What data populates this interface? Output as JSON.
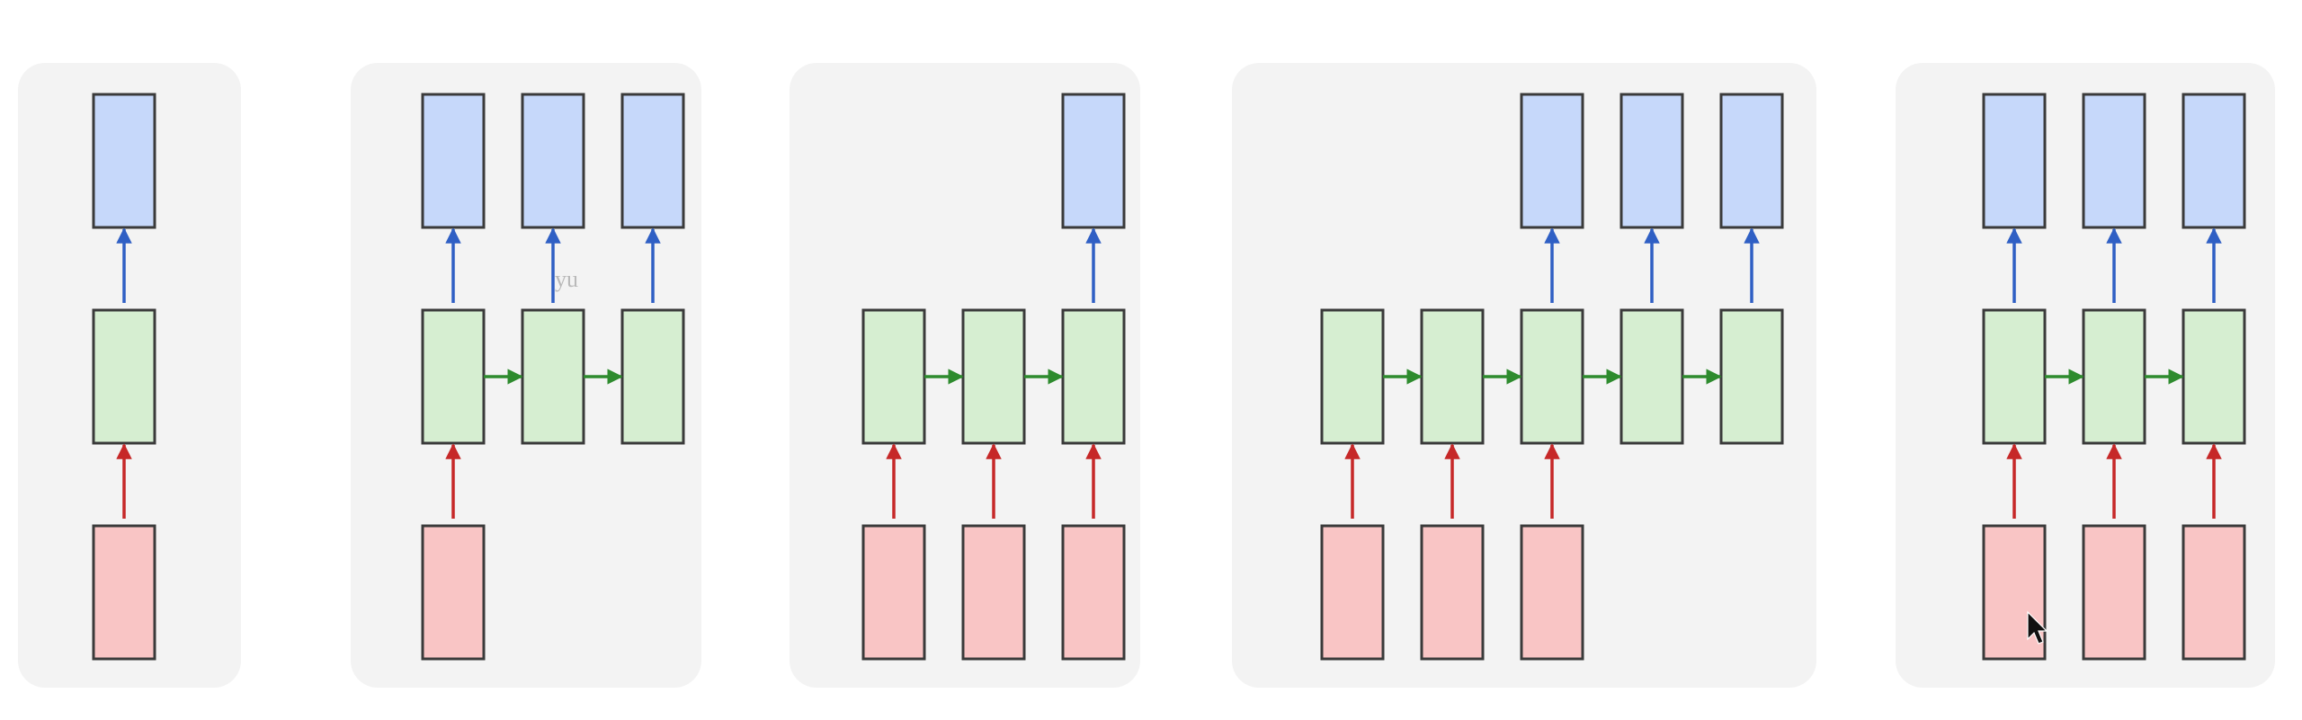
{
  "annotation_text": "yu",
  "colors": {
    "input": "#f9c5c5",
    "hidden": "#d6eed1",
    "output": "#c6d8fa",
    "input_arrow": "#c62828",
    "output_arrow": "#2f5fc4",
    "recurrent_arrow": "#2e8b2e",
    "panel": "#f3f3f3"
  },
  "panels": [
    {
      "name": "one-to-one",
      "columns": 1,
      "inputs": [
        0
      ],
      "outputs": [
        0
      ]
    },
    {
      "name": "one-to-many",
      "columns": 3,
      "inputs": [
        0
      ],
      "outputs": [
        0,
        1,
        2
      ]
    },
    {
      "name": "many-to-one",
      "columns": 3,
      "inputs": [
        0,
        1,
        2
      ],
      "outputs": [
        2
      ]
    },
    {
      "name": "many-to-many-delayed",
      "columns": 5,
      "inputs": [
        0,
        1,
        2
      ],
      "outputs": [
        2,
        3,
        4
      ]
    },
    {
      "name": "many-to-many-synced",
      "columns": 3,
      "inputs": [
        0,
        1,
        2
      ],
      "outputs": [
        0,
        1,
        2
      ]
    }
  ]
}
